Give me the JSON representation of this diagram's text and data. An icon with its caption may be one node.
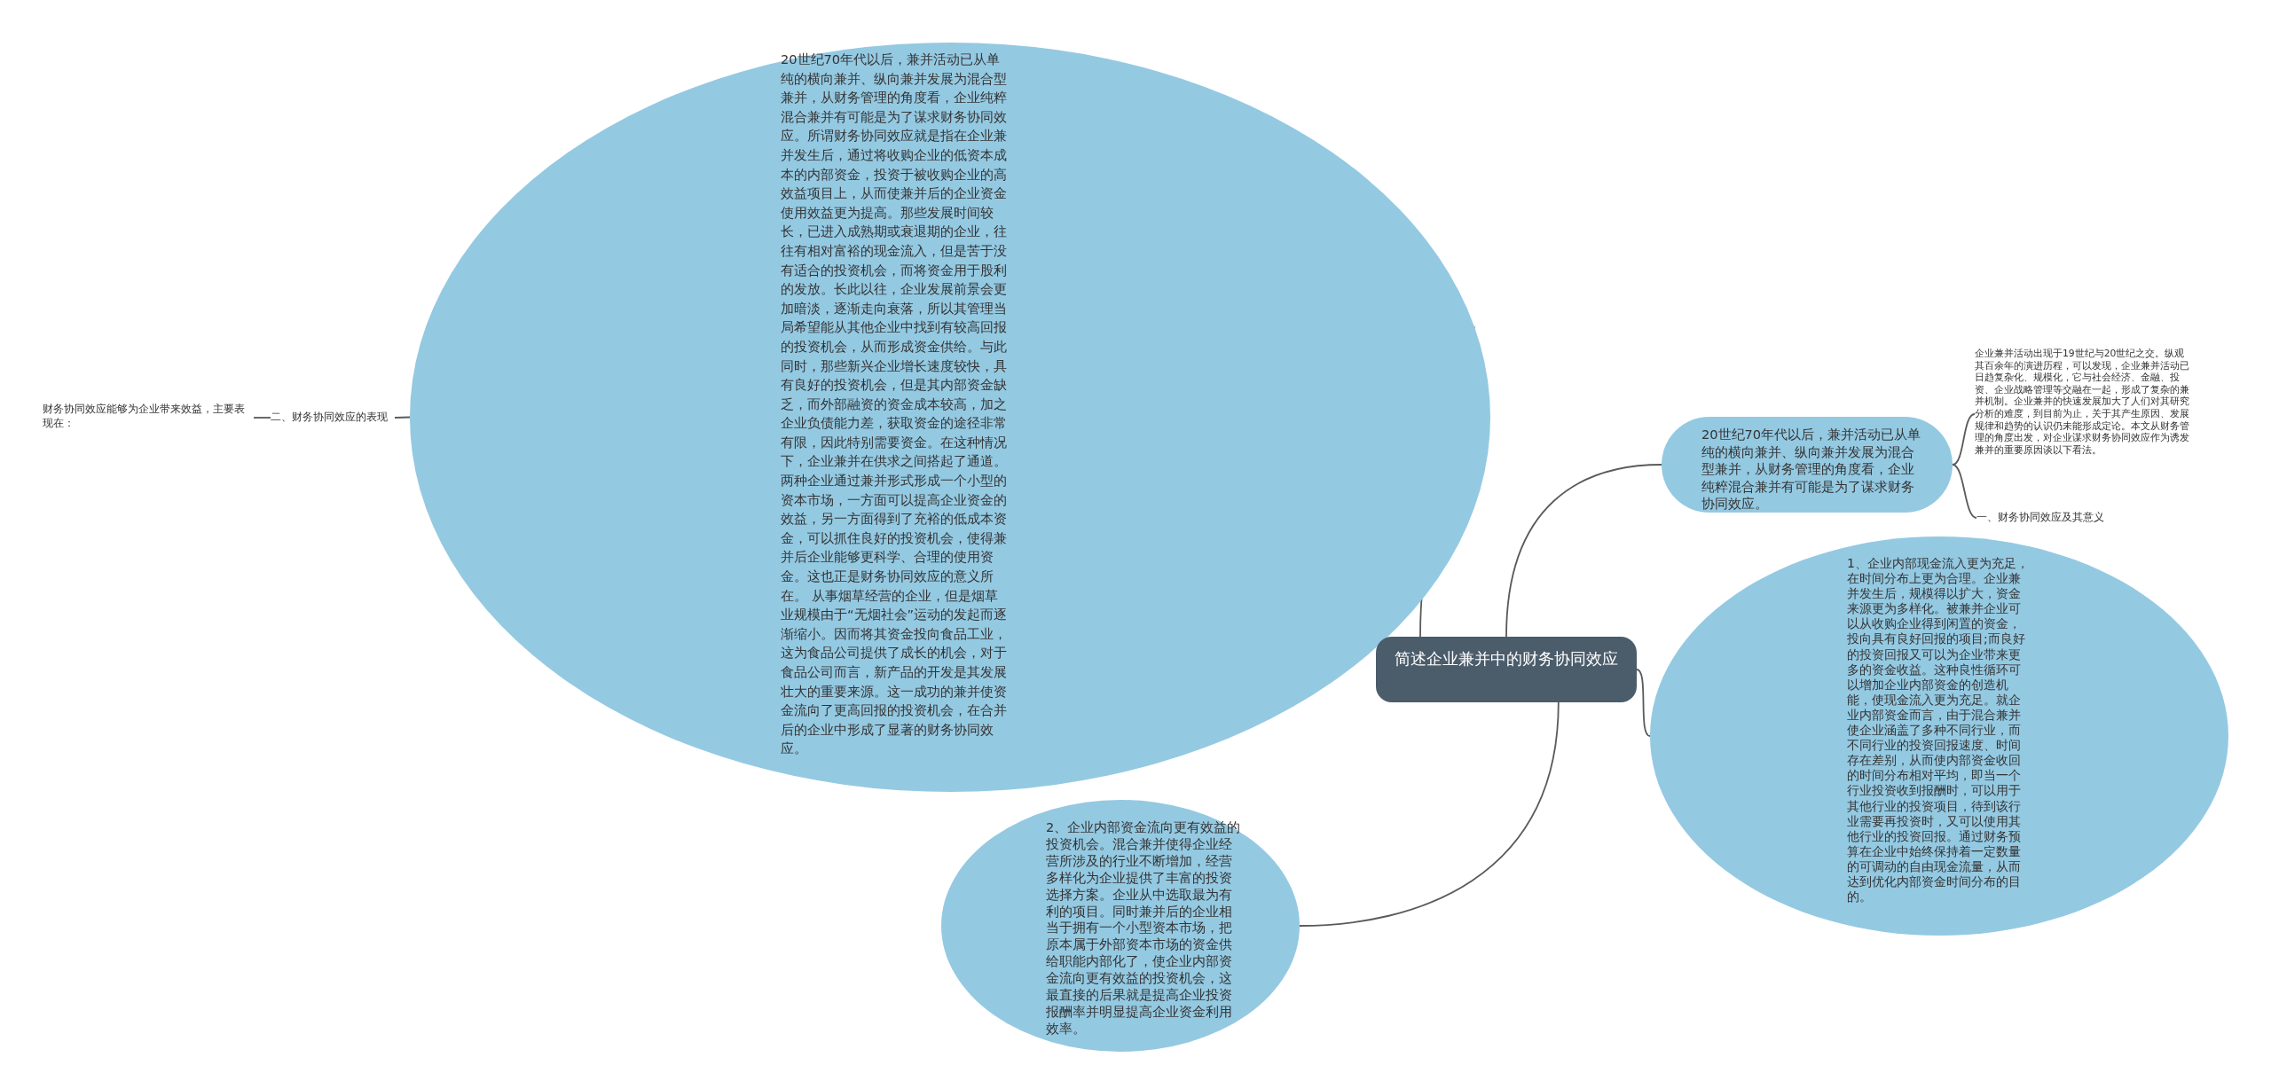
{
  "diagram": {
    "nodes": [
      {
        "text": [
          "20世纪70年代以后，兼并活动已从单纯的横向兼并、纵向兼并发展为混合型兼并，从财务管理的角度看，企业纯粹混合兼并有可能是为了谋求财务协同效应。所谓财务协同效应就是指在企业兼并发生后，通过将收购企业的低资本成本的内部资金，投资于被收购企业的高效益项目上，从而使兼并后的企业资金使用效益更为提高。那些发展时间较长，已进入成熟期或衰退期的企业，往往有相对富裕的现金流入，但是苦于没有适合的投资机会，而将资金用于股利的发放。长此以往，企业发展前景会更加暗淡，逐渐走向衰落，所以其管理当局希望能从其他企业中找到有较高回报的投资机会，从而形成资金供给。与此同时，那些新兴企业增长速度较快，具有良好的投资机会，但是其内部资金缺乏，而外部融资的资金成本较高，加之企业负债能力差，获取资金的途径非常有限，因此特别需要资金。在这种情况下，企业兼并在供求之间搭起了通道。两种企业通过兼并形式形成一个小型的资本市场，一方面可以提高企业资金的效益，另一方面得到了充裕的低成本资金，可以抓住良好的投资机会，使得兼并后企业能够更科学、合理的使用资金。这也正是财务协同效应的意义所在。 从事烟草经营的企业，但是烟草业规模由于“无烟社会”运动的发起而逐渐缩小。因而将其资金投向食品工业，这为食品公司提供了成长的机会，对于食品公司而言，新产品的开发是其发展壮大的重要来源。这一成功的兼并使资金流向了更高回报的投资机会，在合并后的企业中形成了显著的财务协同效应。"
        ]
      },
      {
        "text": [
          "二、财务协同效应的表现"
        ]
      },
      {
        "text": [
          "财务协同效应能够为企业带来效益，主要表现在："
        ]
      },
      {
        "text": [
          "简述企业兼并中的财务协同效应"
        ]
      },
      {
        "text": [
          "20世纪70年代以后，兼并活动已从单纯的横向兼并、纵向兼并发展为混合型兼并，从财务管理的角度看，企业纯粹混合兼并有可能是为了谋求财务协同效应。"
        ]
      },
      {
        "text": [
          "企业兼并活动出现于19世纪与20世纪之交。纵观其百余年的演进历程，可以发现，企业兼并活动已日趋复杂化、规模化，它与社会经济、金融、投资、企业战略管理等交融在一起，形成了复杂的兼并机制。企业兼并的快速发展加大了人们对其研究分析的难度，到目前为止，关于其产生原因、发展规律和趋势的认识仍未能形成定论。本文从财务管理的角度出发，对企业谋求财务协同效应作为诱发兼并的重要原因谈以下看法。"
        ]
      },
      {
        "text": [
          "一、财务协同效应及其意义"
        ]
      },
      {
        "text": [
          "1、企业内部现金流入更为充足，在时间分布上更为合理。企业兼并发生后，规模得以扩大，资金来源更为多样化。被兼并企业可以从收购企业得到闲置的资金，投向具有良好回报的项目;而良好的投资回报又可以为企业带来更多的资金收益。这种良性循环可以增加企业内部资金的创造机能，使现金流入更为充足。就企业内部资金而言，由于混合兼并使企业涵盖了多种不同行业，而不同行业的投资回报速度、时间存在差别，从而使内部资金收回的时间分布相对平均，即当一个行业投资收到报酬时，可以用于其他行业的投资项目，待到该行业需要再投资时，又可以使用其他行业的投资回报。通过财务预算在企业中始终保持着一定数量的可调动的自由现金流量，从而达到优化内部资金时间分布的目的。"
        ]
      },
      {
        "text": [
          "2、企业内部资金流向更有效益的投资机会。混合兼并使得企业经营所涉及的行业不断增加，经营多样化为企业提供了丰富的投资选择方案。企业从中选取最为有利的项目。同时兼并后的企业相当于拥有一个小型资本市场，把原本属于外部资本市场的资金供给职能内部化了，使企业内部资金流向更有效益的投资机会，这最直接的后果就是提高企业投资报酬率并明显提高企业资金利用效率。"
        ]
      }
    ],
    "edges": [
      {
        "from": 3,
        "to": 0,
        "arrow": "none"
      },
      {
        "from": 0,
        "to": 1,
        "arrow": "none"
      },
      {
        "from": 1,
        "to": 2,
        "arrow": "none"
      },
      {
        "from": 3,
        "to": 4,
        "arrow": "none"
      },
      {
        "from": 4,
        "to": 5,
        "arrow": "none"
      },
      {
        "from": 4,
        "to": 6,
        "arrow": "none"
      },
      {
        "from": 3,
        "to": 7,
        "arrow": "none"
      },
      {
        "from": 3,
        "to": 8,
        "arrow": "none"
      }
    ]
  }
}
